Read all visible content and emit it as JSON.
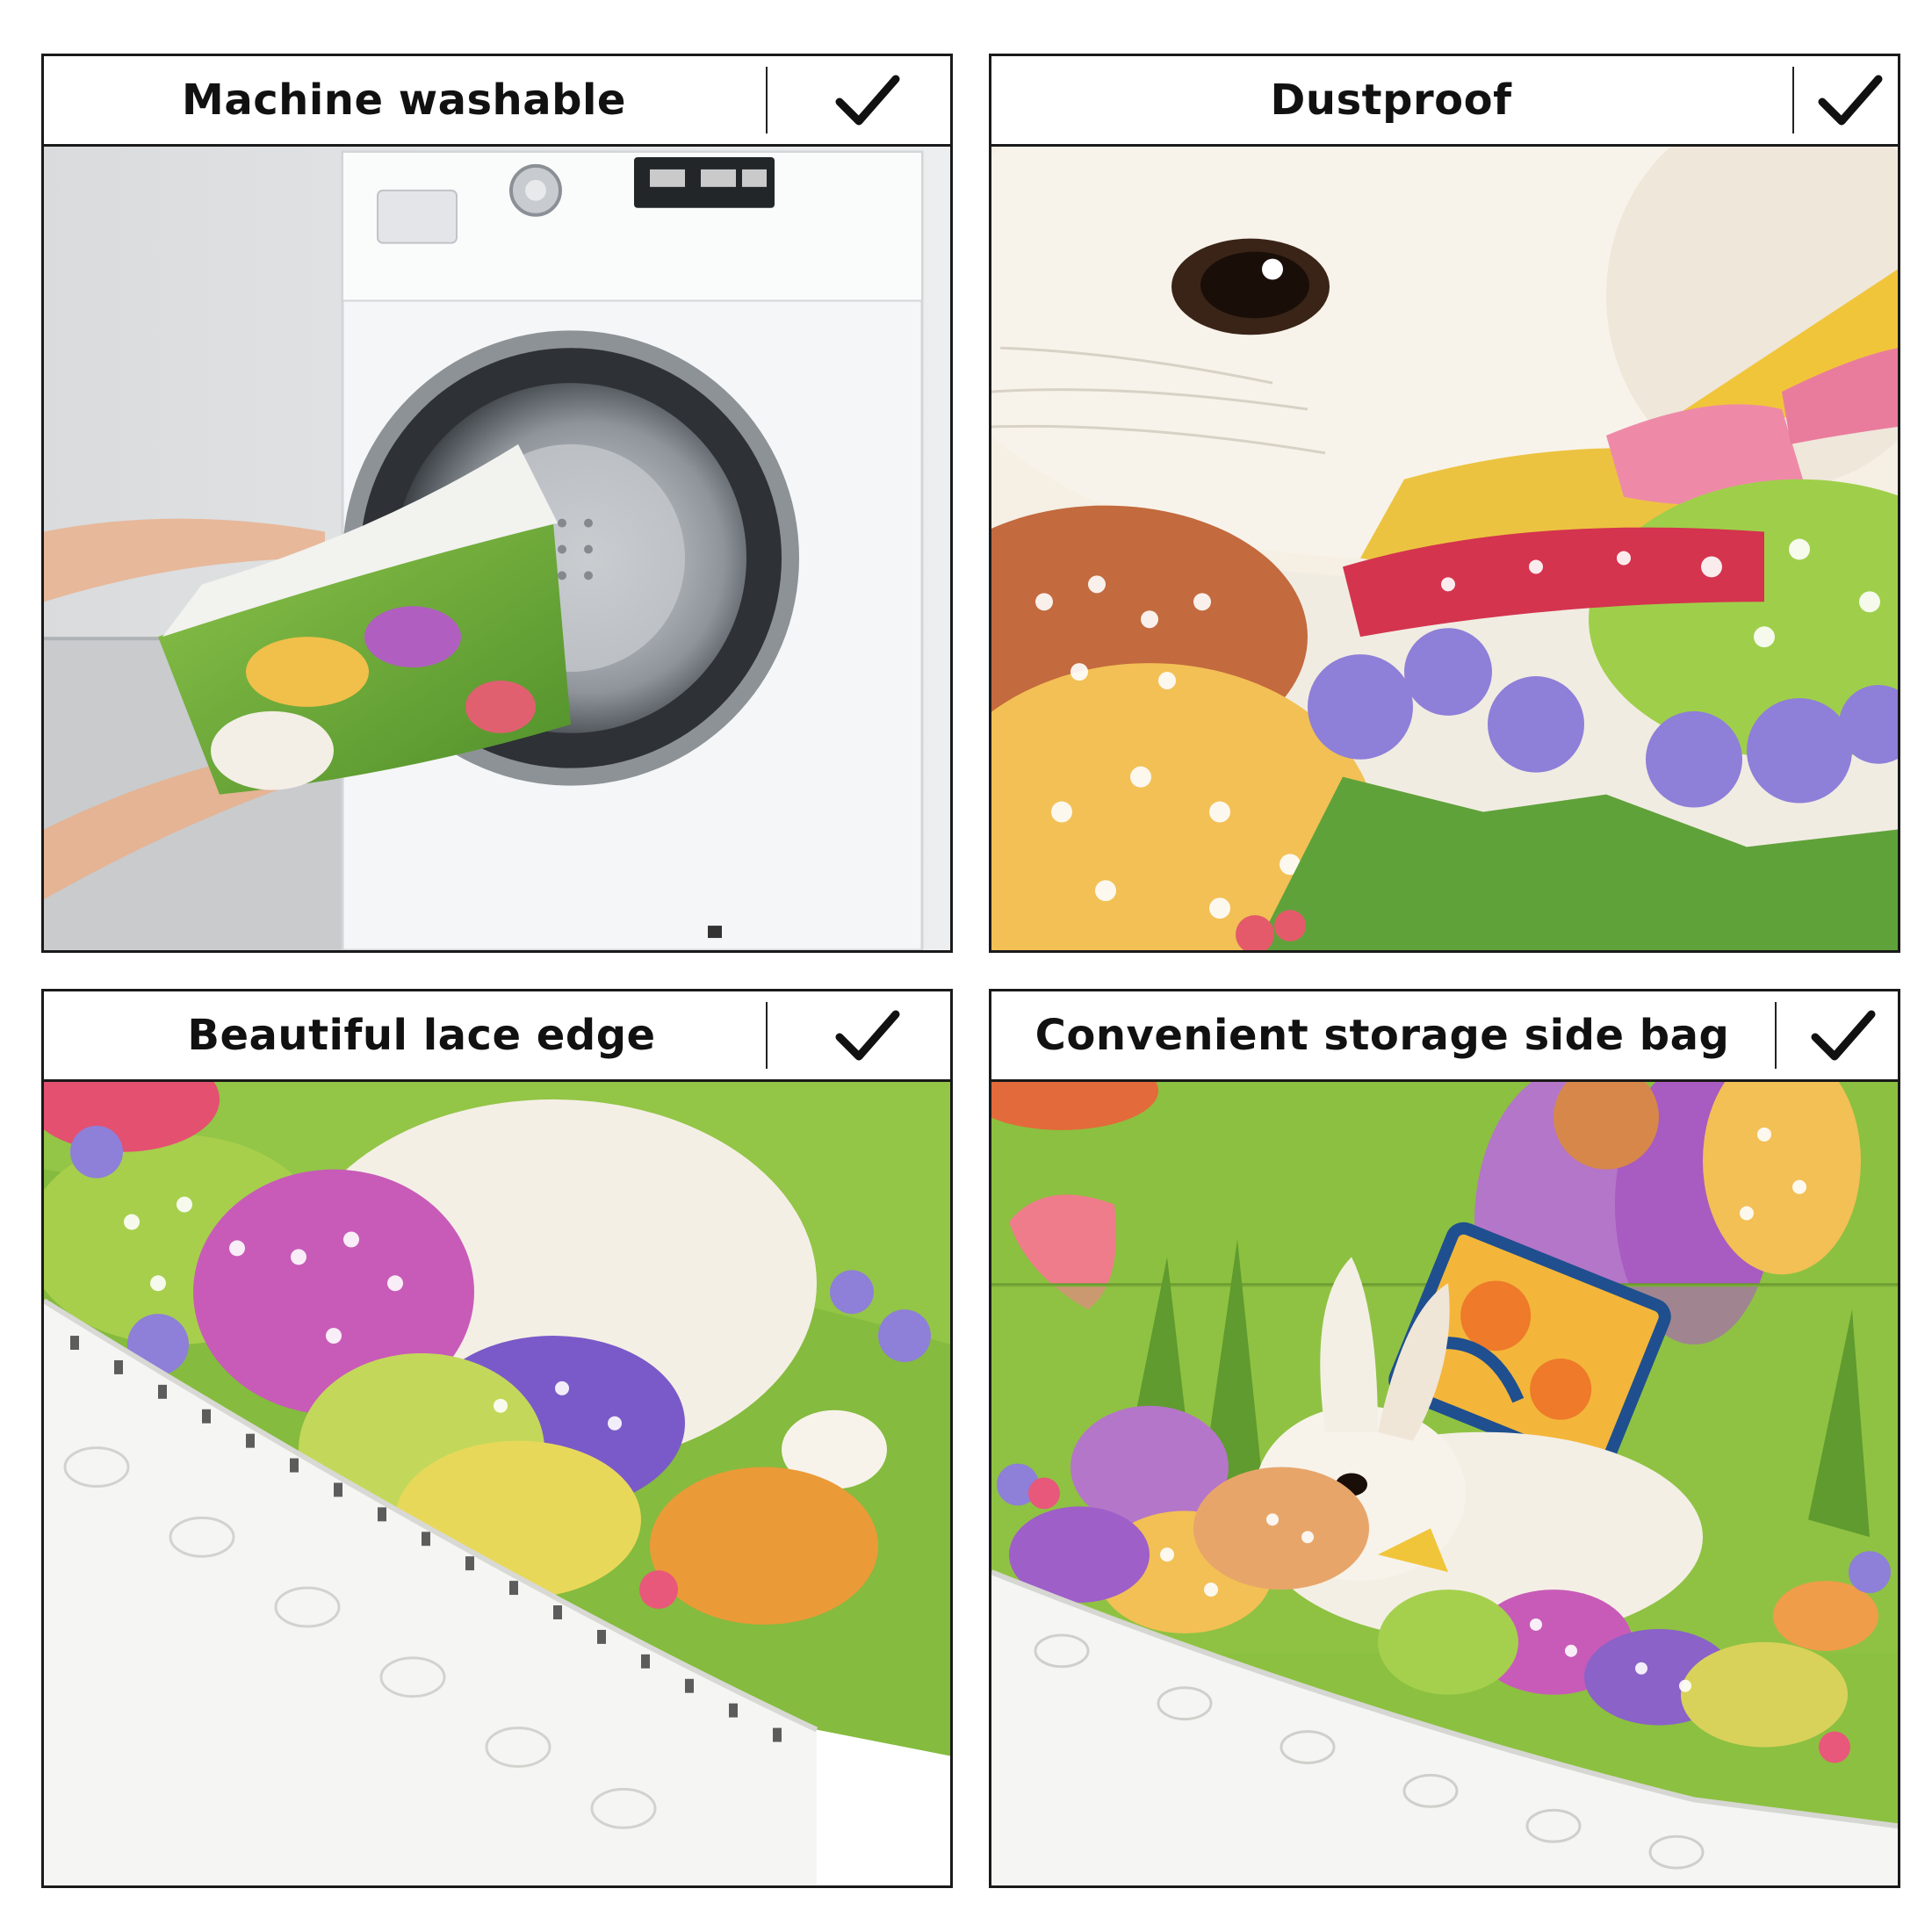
{
  "panels": [
    {
      "title": "Machine washable",
      "icon": "checkmark-icon",
      "photo": "washing-machine-photo"
    },
    {
      "title": "Dustproof",
      "icon": "checkmark-icon",
      "photo": "bunny-closeup-photo"
    },
    {
      "title": "Beautiful lace edge",
      "icon": "checkmark-icon",
      "photo": "lace-edge-photo"
    },
    {
      "title": "Convenient storage side bag",
      "icon": "checkmark-icon",
      "photo": "side-pocket-photo"
    }
  ],
  "colors": {
    "border": "#1a1a1a",
    "grass": "#7fb23a",
    "lace": "#f4f4f2",
    "machine": "#e9eaec"
  }
}
